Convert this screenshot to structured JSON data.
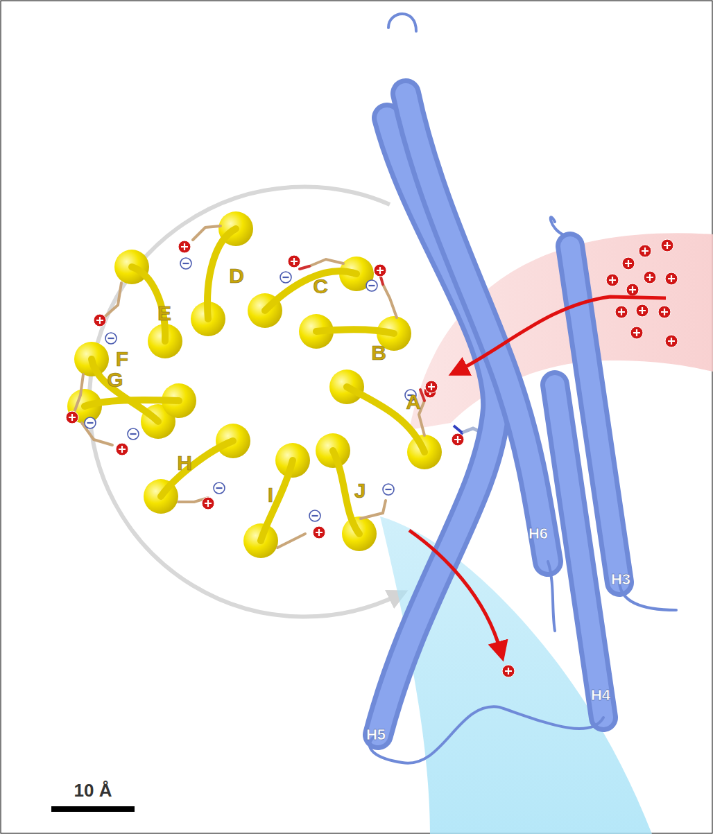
{
  "diagram": {
    "labels": [
      "A",
      "B",
      "C",
      "D",
      "E",
      "F",
      "G",
      "H",
      "I",
      "J",
      "H3",
      "H4",
      "H5",
      "H6",
      "10 Å"
    ]
  }
}
